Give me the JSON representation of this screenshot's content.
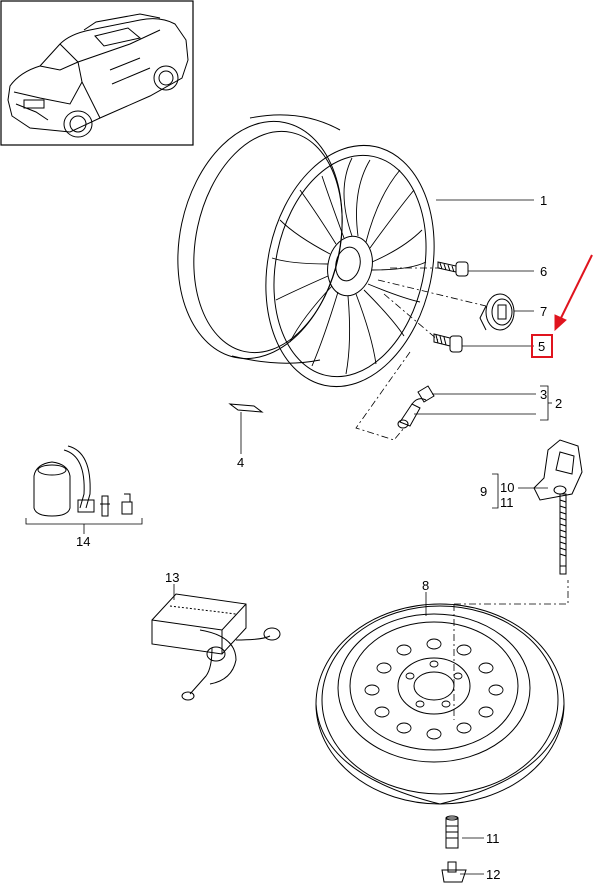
{
  "colors": {
    "line": "#000000",
    "highlight": "#e0141e",
    "background": "#ffffff"
  },
  "callouts": {
    "c1": "1",
    "c2": "2",
    "c3": "3",
    "c4": "4",
    "c5": "5",
    "c6": "6",
    "c7": "7",
    "c8": "8",
    "c9": "9",
    "c10": "10",
    "c11a": "11",
    "c11b": "11",
    "c12": "12",
    "c13": "13",
    "c14": "14"
  },
  "highlighted_callout": "5",
  "icons": [
    "car-thumbnail-icon",
    "alloy-wheel-icon",
    "spare-wheel-icon",
    "compressor-icon",
    "sealant-bottle-icon",
    "jack-bracket-icon"
  ]
}
